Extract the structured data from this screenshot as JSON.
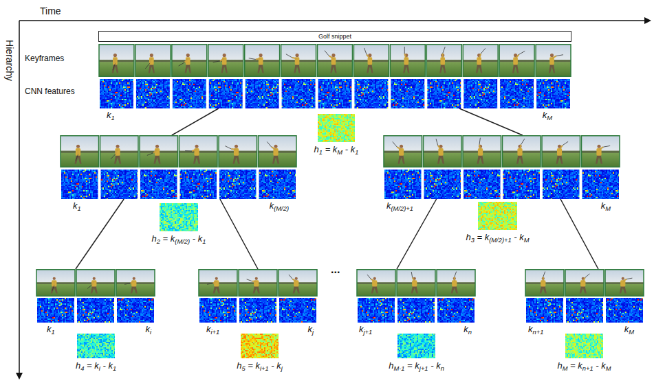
{
  "diagram": {
    "nodes": [
      {
        "text": [
          "Golf snippet"
        ]
      },
      {
        "text": [
          "k1",
          "kM"
        ]
      },
      {
        "text": [
          "h1 = kM - k1"
        ]
      },
      {
        "text": [
          "k1",
          "k(M/2)"
        ]
      },
      {
        "text": [
          "h2 = k(M/2) - k1"
        ]
      },
      {
        "text": [
          "k(M/2)+1",
          "kM"
        ]
      },
      {
        "text": [
          "h3 = k(M/2)+1 - kM"
        ]
      },
      {
        "text": [
          "k1",
          "ki"
        ]
      },
      {
        "text": [
          "h4 = ki - k1"
        ]
      },
      {
        "text": [
          "ki+1",
          "kj"
        ]
      },
      {
        "text": [
          "h5 = ki+1 - kj"
        ]
      },
      {
        "text": [
          "kj+1",
          "kn"
        ]
      },
      {
        "text": [
          "hM-1 = kj+1 - kn"
        ]
      },
      {
        "text": [
          "kn+1",
          "kM"
        ]
      },
      {
        "text": [
          "hM = kn+1 - kM"
        ]
      }
    ],
    "edges": [
      {
        "from": 1,
        "to": 3,
        "arrow": "none"
      },
      {
        "from": 1,
        "to": 5,
        "arrow": "none"
      },
      {
        "from": 3,
        "to": 7,
        "arrow": "none"
      },
      {
        "from": 3,
        "to": 9,
        "arrow": "none"
      },
      {
        "from": 5,
        "to": 11,
        "arrow": "none"
      },
      {
        "from": 5,
        "to": 13,
        "arrow": "none"
      }
    ],
    "labels": [
      "Time",
      "Hierarchy",
      "Keyframes",
      "CNN features",
      "..."
    ]
  }
}
